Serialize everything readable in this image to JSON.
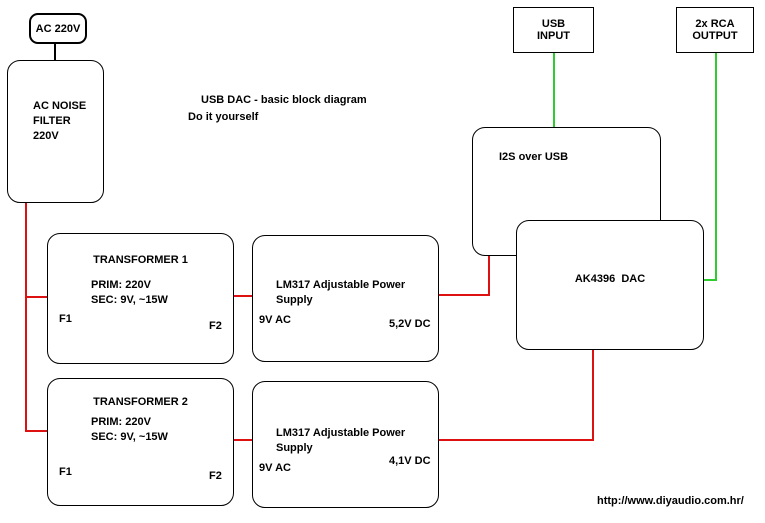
{
  "diagram": {
    "title_line1": "USB DAC - basic block diagram",
    "title_line2": "Do it yourself",
    "footer_url": "http://www.diyaudio.com.hr/"
  },
  "colors": {
    "ac_wire_red": "#dd1111",
    "signal_wire_green": "#2ecc2e",
    "box_border": "#000000",
    "background": "#ffffff"
  },
  "blocks": {
    "ac_source": {
      "label": "AC 220V"
    },
    "noise_filter": {
      "line1": "AC NOISE",
      "line2": "FILTER",
      "line3": "220V"
    },
    "usb_input": {
      "line1": "USB",
      "line2": "INPUT"
    },
    "rca_output": {
      "line1": "2x RCA",
      "line2": "OUTPUT"
    },
    "i2s": {
      "label": "I2S over USB"
    },
    "dac": {
      "label": "AK4396  DAC"
    },
    "transformer1": {
      "name": "TRANSFORMER 1",
      "prim": "PRIM: 220V",
      "sec": "SEC: 9V, ~15W",
      "fuse_left": "F1",
      "fuse_right": "F2"
    },
    "psu1": {
      "name_line1": "LM317 Adjustable Power",
      "name_line2": "Supply",
      "input_label": "9V AC",
      "output_label": "5,2V DC"
    },
    "transformer2": {
      "name": "TRANSFORMER 2",
      "prim": "PRIM: 220V",
      "sec": "SEC: 9V, ~15W",
      "fuse_left": "F1",
      "fuse_right": "F2"
    },
    "psu2": {
      "name_line1": "LM317 Adjustable Power",
      "name_line2": "Supply",
      "input_label": "9V AC",
      "output_label": "4,1V DC"
    }
  }
}
